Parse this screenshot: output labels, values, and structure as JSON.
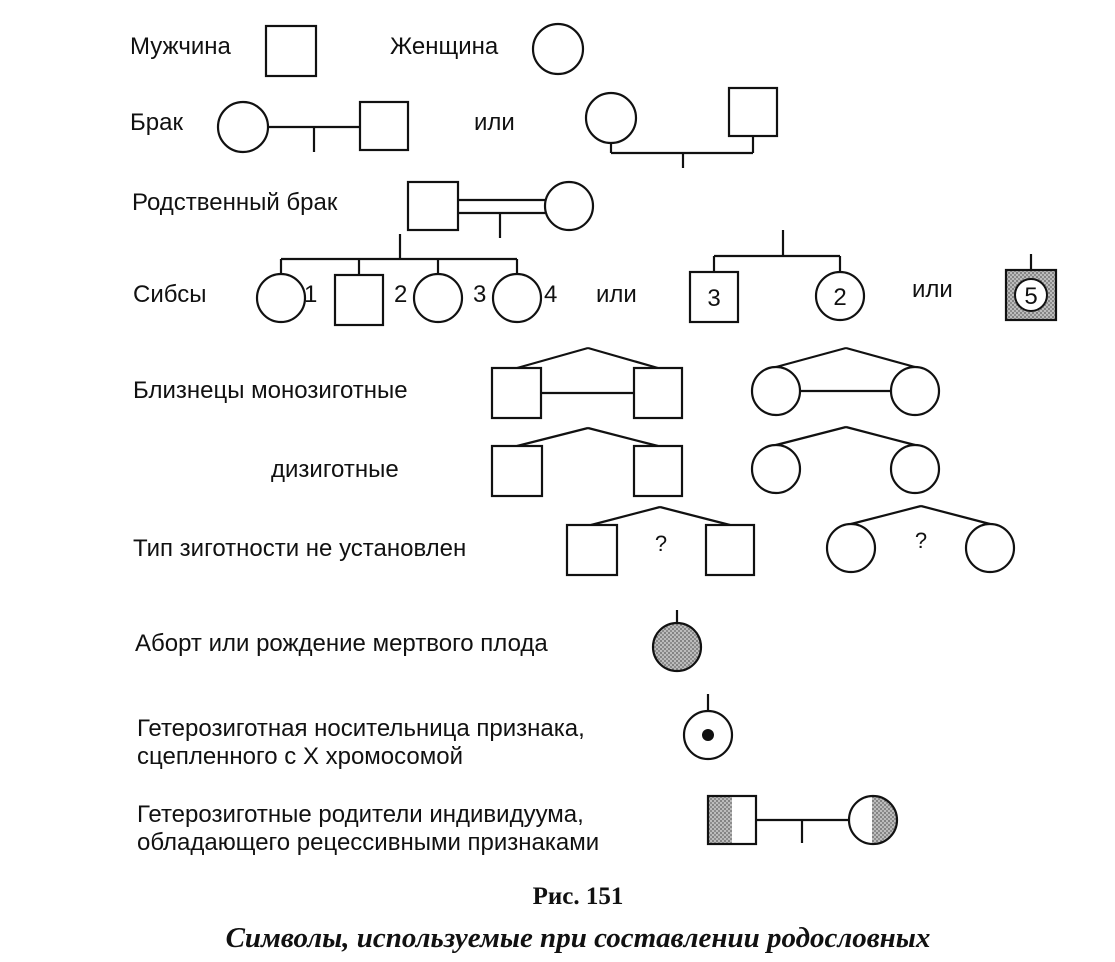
{
  "labels": {
    "male": "Мужчина",
    "female": "Женщина",
    "marriage": "Брак",
    "or": "или",
    "consanguineous": "Родственный брак",
    "sibs": "Сибсы",
    "twins_mono": "Близнецы монозиготные",
    "twins_di": "дизиготные",
    "twins_unknown": "Тип зиготности не установлен",
    "abortion": "Аборт или рождение мертвого плода",
    "carrier_line1": "Гетерозиготная носительница признака,",
    "carrier_line2": "сцепленного с Х хромосомой",
    "hetero_line1": "Гетерозиготные родители индивидуума,",
    "hetero_line2": "обладающего рецессивными признаками"
  },
  "sib_numbers": [
    "1",
    "2",
    "3",
    "4"
  ],
  "sib_counts": {
    "males": "3",
    "females": "2",
    "unknown_sex": "5"
  },
  "question_mark": "?",
  "figure": {
    "number": "Рис. 151",
    "caption": "Символы, используемые при составлении родословных"
  },
  "colors": {
    "ink": "#111111",
    "shading": "#9a9a9a",
    "background": "#ffffff"
  }
}
